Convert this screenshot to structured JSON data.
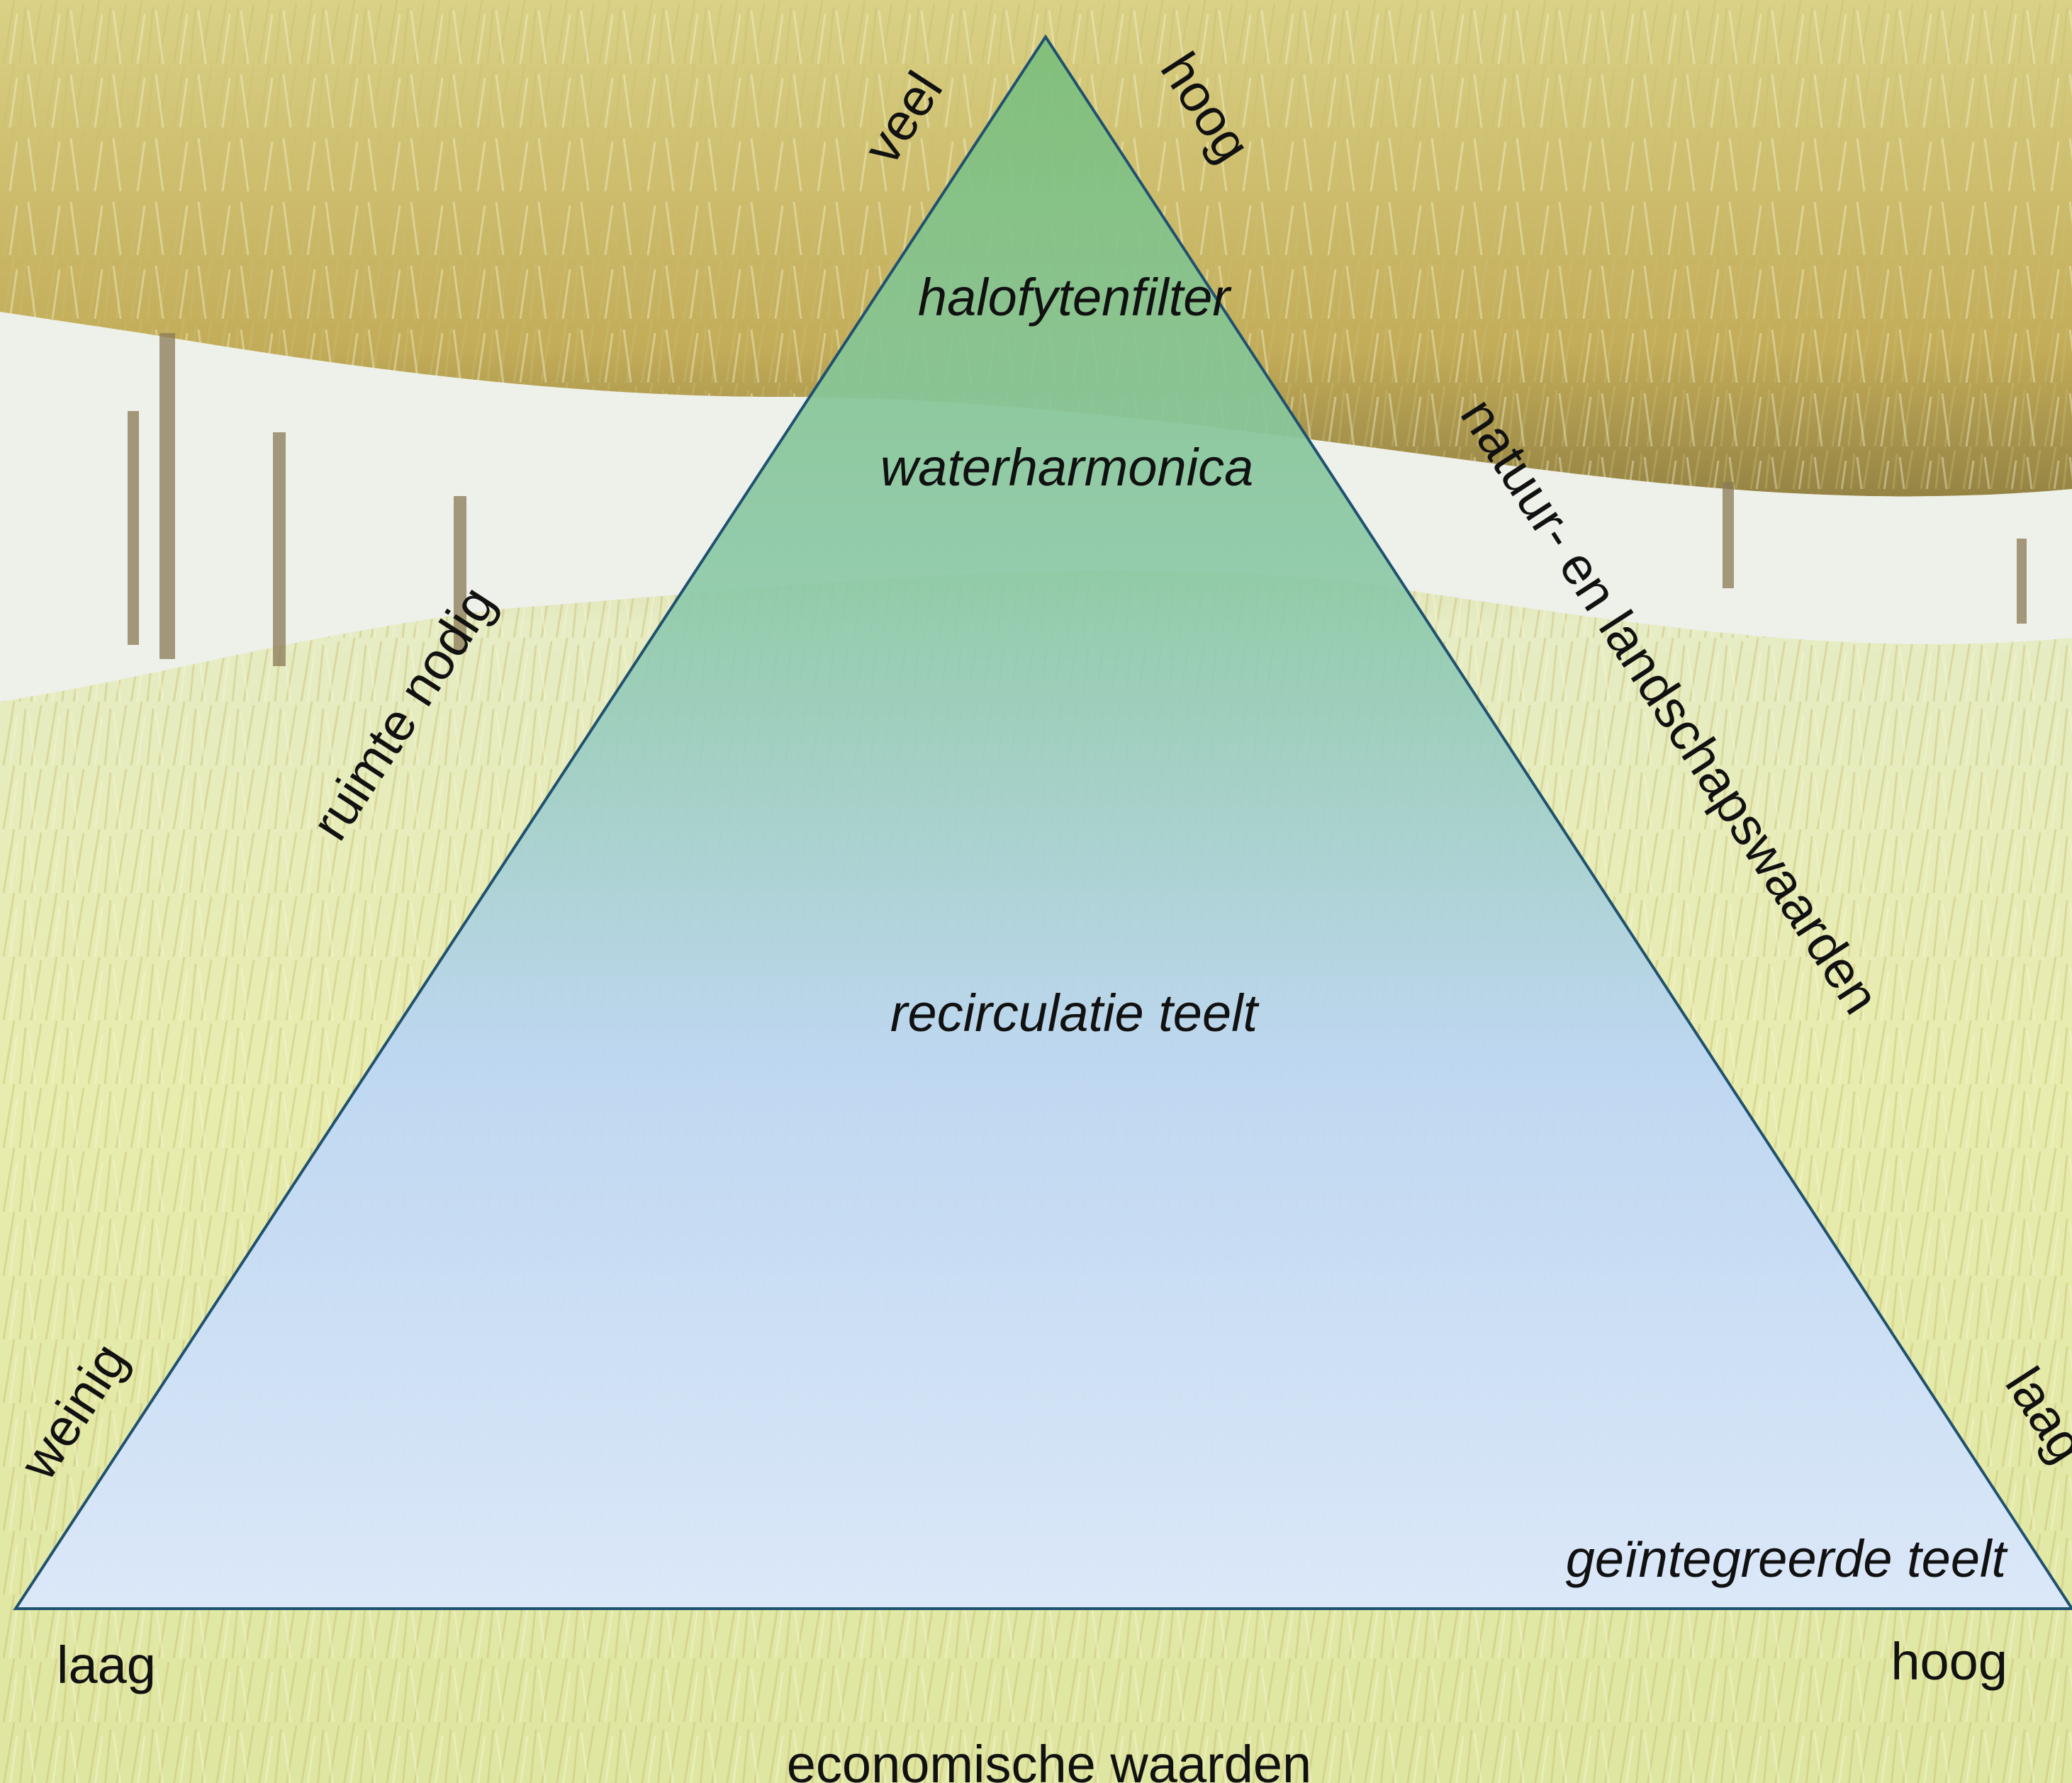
{
  "diagram": {
    "inside_labels": {
      "top": "halofytenfilter",
      "upper": "waterharmonica",
      "middle": "recirculatie teelt",
      "bottom_right": "geïntegreerde teelt"
    },
    "left_side": {
      "label": "ruimte nodig",
      "top_end": "veel",
      "bottom_end": "weinig"
    },
    "right_side": {
      "label": "natuur- en landschapswaarden",
      "top_end": "hoog",
      "bottom_end": "laag"
    },
    "base": {
      "label": "economische waarden",
      "left_end": "laag",
      "right_end": "hoog"
    }
  },
  "colors": {
    "triangle_top": "#7fbf7a",
    "triangle_bottom": "#dbe8fb",
    "triangle_stroke": "#1f5170",
    "grass_light": "#e3e8a6",
    "grass_dark": "#b9a555",
    "water": "#eef0ea"
  }
}
